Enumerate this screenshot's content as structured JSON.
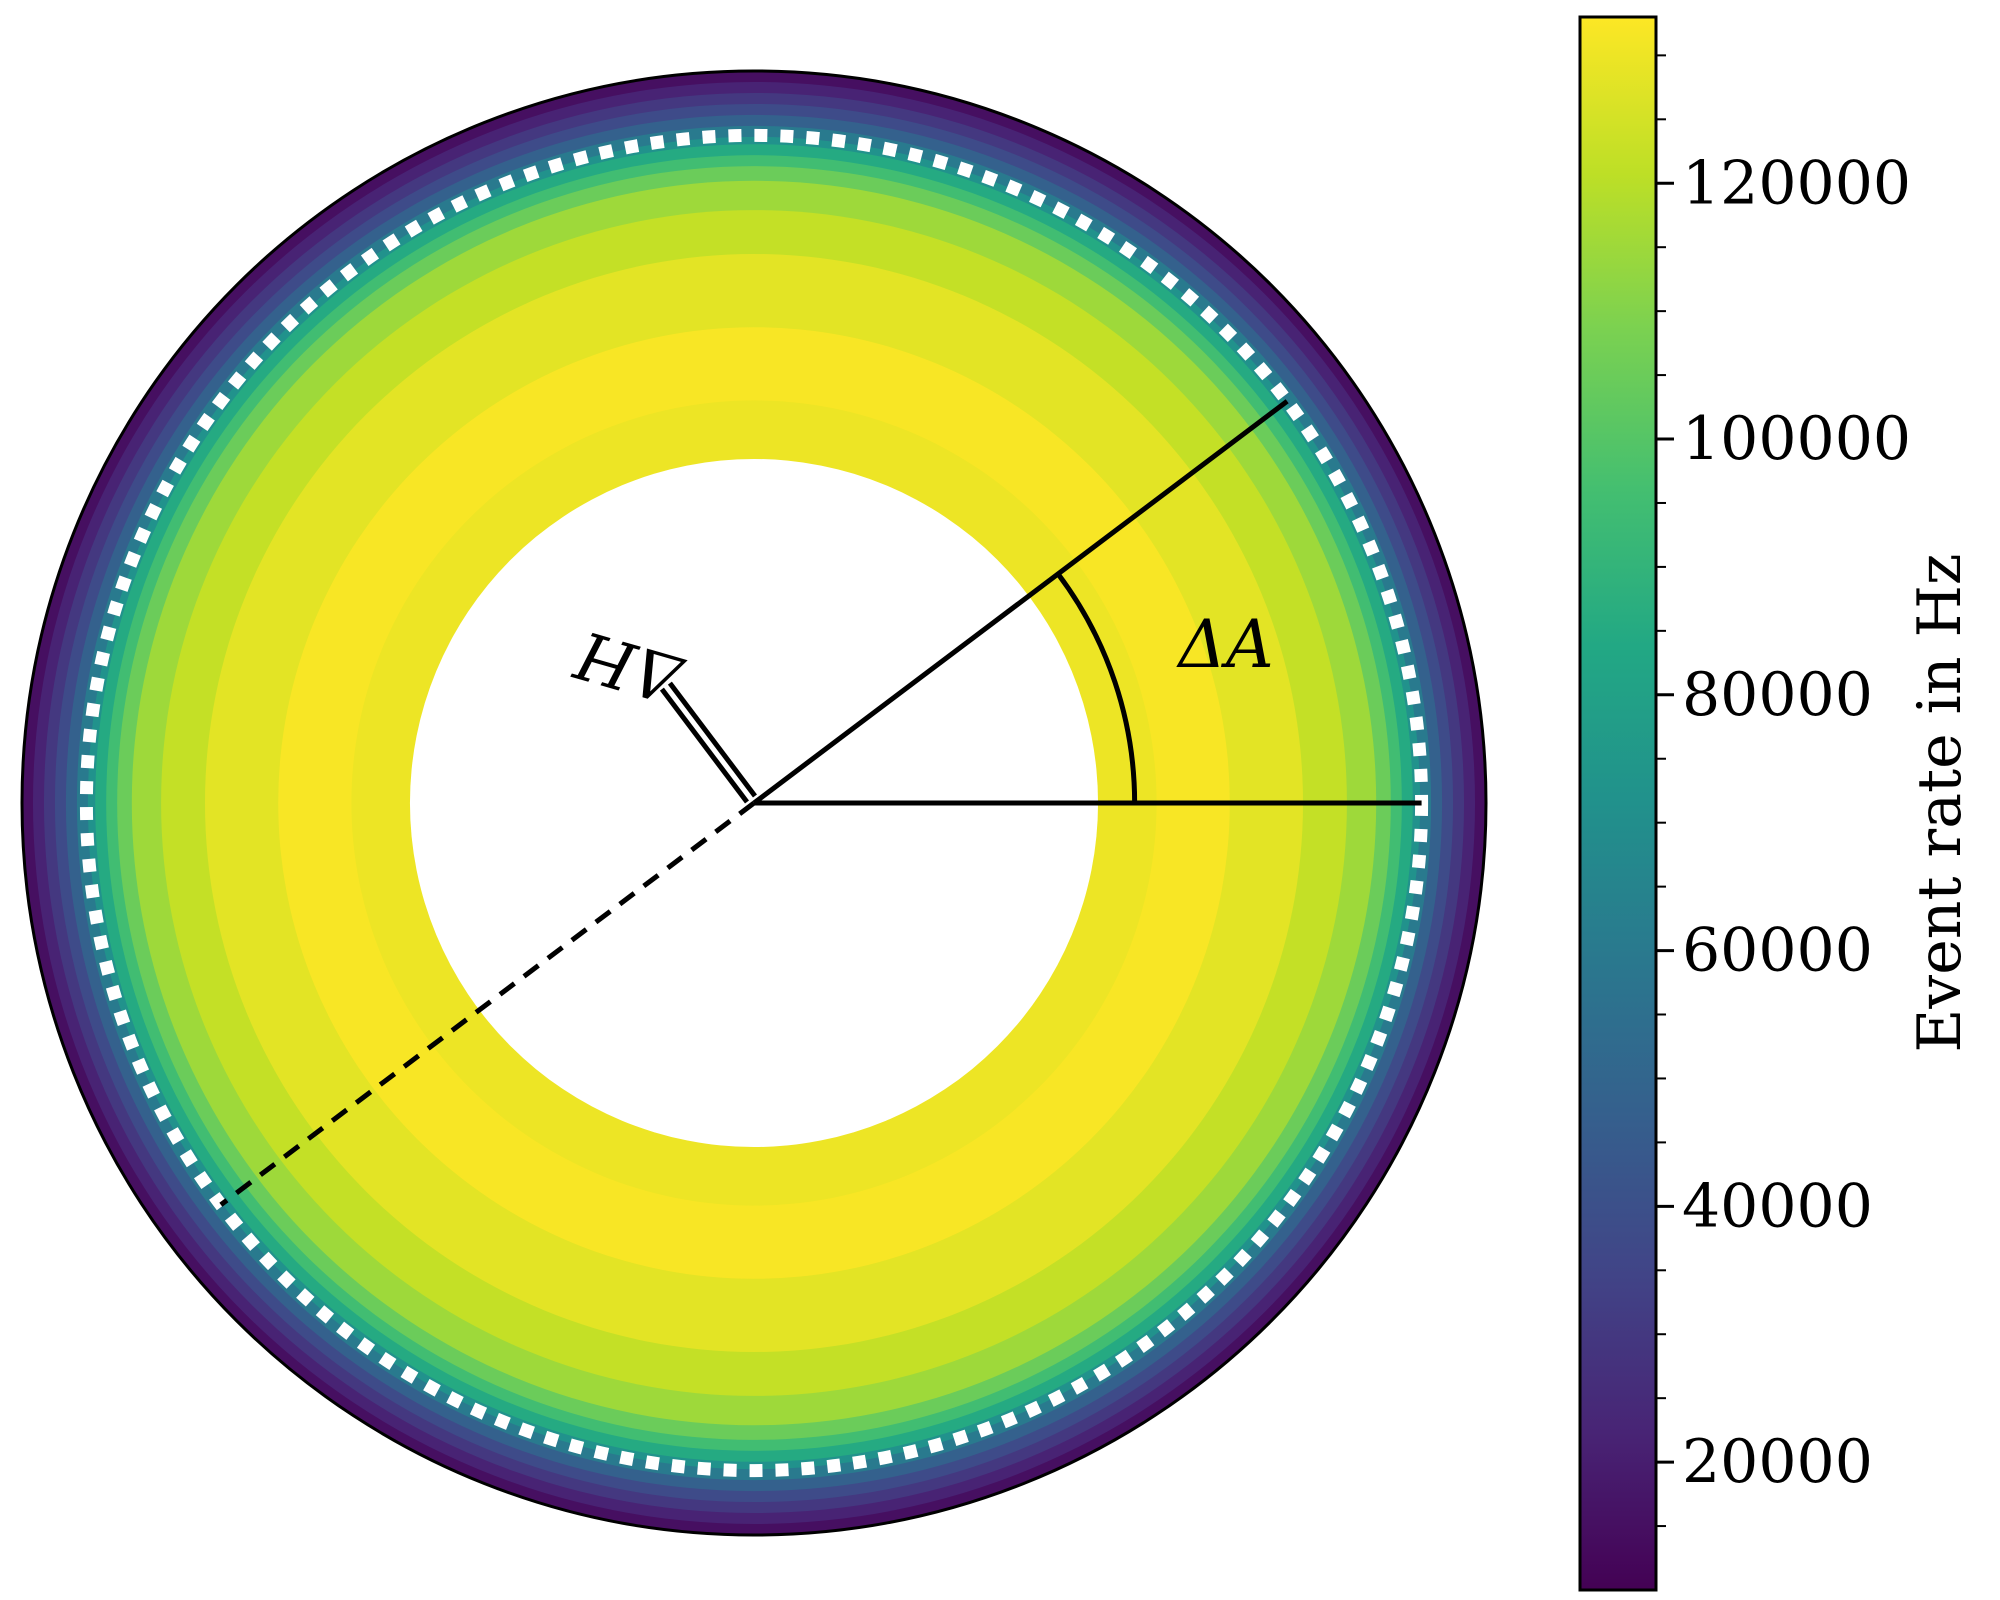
{
  "chart_data": {
    "type": "heatmap",
    "subtype": "polar-ring",
    "title": "",
    "colormap": "viridis",
    "colorbar": {
      "label": "Event rate in Hz",
      "range": [
        10000,
        133000
      ],
      "ticks": [
        20000,
        40000,
        60000,
        80000,
        100000,
        120000
      ],
      "tick_labels": [
        "20000",
        "40000",
        "60000",
        "80000",
        "100000",
        "120000"
      ],
      "placement": "right"
    },
    "radial_profile": {
      "description_units": "fraction of outer radius vs event rate (Hz)",
      "r": [
        0.47,
        0.55,
        0.65,
        0.75,
        0.81,
        0.85,
        0.87,
        0.885,
        0.9,
        0.91,
        0.925,
        0.94,
        0.955,
        0.97,
        0.985,
        1.0
      ],
      "rate": [
        null,
        130000,
        132000,
        128000,
        122000,
        115000,
        105000,
        95000,
        85000,
        72000,
        60000,
        48000,
        38000,
        30000,
        22000,
        15000
      ]
    },
    "annotations": {
      "delta_A": "ΔA",
      "delta_H": "ΔH",
      "angle_delta_A_deg": [
        0,
        37
      ],
      "dashed_line_angle_deg": 217,
      "delta_H_marker_angle_deg": 127,
      "dotted_circle_fraction": 0.912
    },
    "colors": {
      "line": "#000000",
      "dotted_ring": "#ffffff",
      "background": "#ffffff"
    }
  }
}
